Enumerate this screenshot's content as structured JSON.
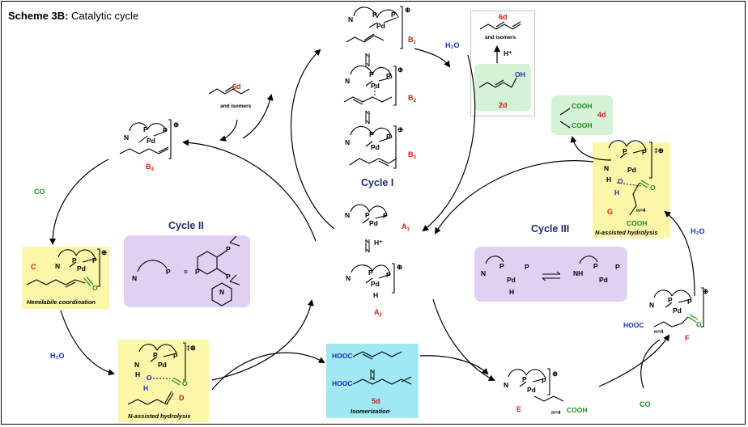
{
  "header": {
    "scheme_label": "Scheme 3B:",
    "scheme_title": "Catalytic cycle"
  },
  "cycles": {
    "cycle1": "Cycle I",
    "cycle2": "Cycle II",
    "cycle3": "Cycle III"
  },
  "labels": {
    "B1": "B",
    "B1_sub": "1",
    "B2": "B",
    "B2_sub": "2",
    "B3": "B",
    "B3_sub": "3",
    "B4": "B",
    "B4_sub": "4",
    "A1": "A",
    "A1_sub": "1",
    "A2": "A",
    "A2_sub": "2",
    "C": "C",
    "D": "D",
    "E": "E",
    "F": "F",
    "G": "G",
    "p6d_top": "6d",
    "p6d_left": "6d",
    "p2d": "2d",
    "p4d": "4d",
    "p5d": "5d"
  },
  "captions": {
    "hemilabile": "Hemilabile coordination",
    "nassisted_d": "N-assisted hydrolysis",
    "nassisted_g": "N-assisted hydrolysis",
    "isomerization": "Isomerization",
    "isomers_top": "and isomers",
    "isomers_left": "and isomers"
  },
  "reagents": {
    "h2o_top": "H₂O",
    "h2o_left": "H₂O",
    "h2o_right": "H₂O",
    "co_left": "CO",
    "co_right": "CO",
    "hplus_top": "H⁺",
    "hplus_mid": "H⁺"
  },
  "atoms": {
    "N": "N",
    "P": "P",
    "Pd": "Pd",
    "H": "H",
    "O": "O",
    "OH": "OH",
    "NH": "NH",
    "HOOC": "HOOC",
    "COOH": "COOH",
    "n4": "n=4",
    "eq": "=",
    "plus": "⊕",
    "ddagger_plus": "‡⊕"
  },
  "colors": {
    "yellow_box": "#fcf6a9",
    "purple_box": "#e0d1f3",
    "green_box": "#d5f2d6",
    "cyan_box": "#9fe8f4",
    "compound_label": "#d11a1a",
    "cycle_title": "#1c2a6b",
    "water": "#1b2fb0",
    "carbonyl": "#1e8a1e"
  }
}
